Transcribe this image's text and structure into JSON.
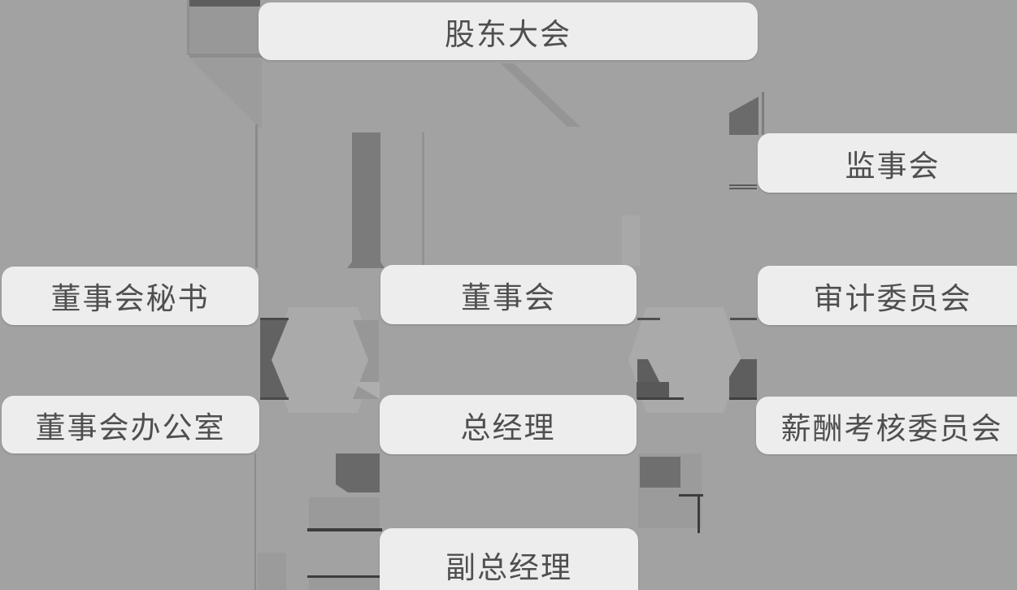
{
  "org_chart": {
    "nodes": [
      {
        "id": "shareholders-meeting",
        "label": "股东大会"
      },
      {
        "id": "supervisory-board",
        "label": "监事会"
      },
      {
        "id": "board-secretary",
        "label": "董事会秘书"
      },
      {
        "id": "board-of-directors",
        "label": "董事会"
      },
      {
        "id": "audit-committee",
        "label": "审计委员会"
      },
      {
        "id": "board-office",
        "label": "董事会办公室"
      },
      {
        "id": "general-manager",
        "label": "总经理"
      },
      {
        "id": "compensation-committee",
        "label": "薪酬考核委员会"
      },
      {
        "id": "deputy-general-manager",
        "label": "副总经理"
      }
    ]
  },
  "colors": {
    "background": "#a2a2a2",
    "node_fill": "#ededed",
    "node_text": "#4f4f4f",
    "connector_dark": "#626262",
    "connector_medium": "#7b7b7b",
    "connector_light": "#aaaaaa"
  }
}
